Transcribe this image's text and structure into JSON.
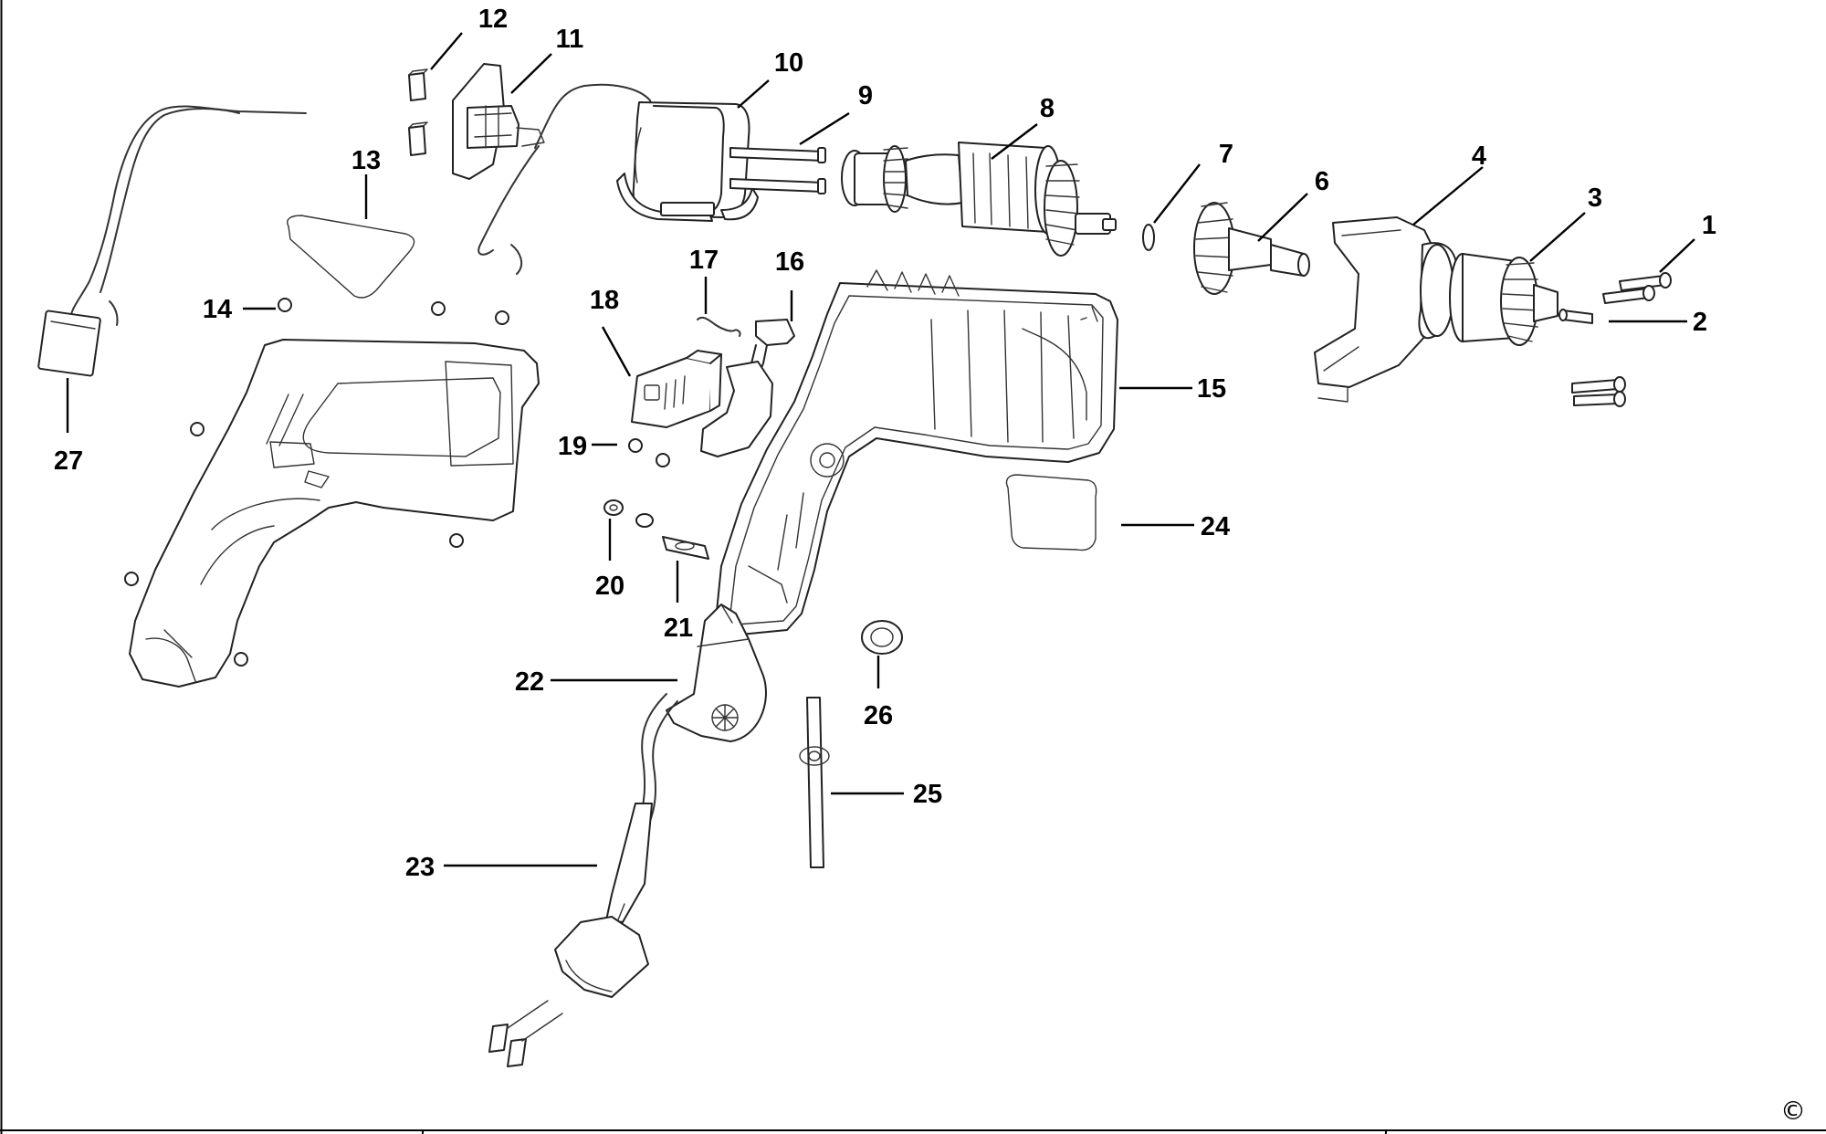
{
  "diagram": {
    "copyright_symbol": "©",
    "callouts": [
      {
        "id": "1",
        "label": "1"
      },
      {
        "id": "2",
        "label": "2"
      },
      {
        "id": "3",
        "label": "3"
      },
      {
        "id": "4",
        "label": "4"
      },
      {
        "id": "6",
        "label": "6"
      },
      {
        "id": "7",
        "label": "7"
      },
      {
        "id": "8",
        "label": "8"
      },
      {
        "id": "9",
        "label": "9"
      },
      {
        "id": "10",
        "label": "10"
      },
      {
        "id": "11",
        "label": "11"
      },
      {
        "id": "12",
        "label": "12"
      },
      {
        "id": "13",
        "label": "13"
      },
      {
        "id": "14",
        "label": "14"
      },
      {
        "id": "15",
        "label": "15"
      },
      {
        "id": "16",
        "label": "16"
      },
      {
        "id": "17",
        "label": "17"
      },
      {
        "id": "18",
        "label": "18"
      },
      {
        "id": "19",
        "label": "19"
      },
      {
        "id": "20",
        "label": "20"
      },
      {
        "id": "21",
        "label": "21"
      },
      {
        "id": "22",
        "label": "22"
      },
      {
        "id": "23",
        "label": "23"
      },
      {
        "id": "24",
        "label": "24"
      },
      {
        "id": "25",
        "label": "25"
      },
      {
        "id": "26",
        "label": "26"
      },
      {
        "id": "27",
        "label": "27"
      }
    ]
  }
}
